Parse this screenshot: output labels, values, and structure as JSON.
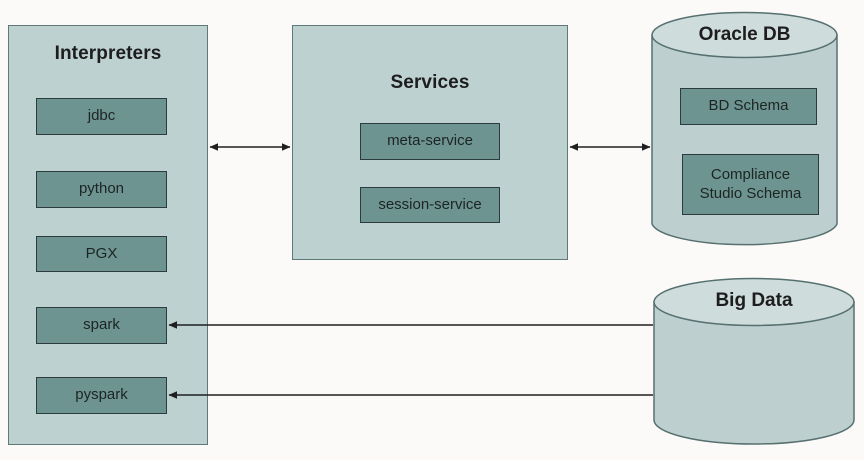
{
  "diagram": {
    "background_color": "#fbfaf8",
    "panel_fill": "#bed1d1",
    "panel_stroke": "#5d7a79",
    "box_fill": "#6d9490",
    "box_stroke": "#2c3b3b",
    "cylinder_body_fill": "#bdd0cf",
    "cylinder_top_fill": "#cedcdb",
    "cylinder_stroke": "#56706f",
    "arrow_color": "#1f1f1f"
  },
  "interpreters": {
    "title": "Interpreters",
    "items": [
      {
        "label": "jdbc"
      },
      {
        "label": "python"
      },
      {
        "label": "PGX"
      },
      {
        "label": "spark"
      },
      {
        "label": "pyspark"
      }
    ]
  },
  "services": {
    "title": "Services",
    "items": [
      {
        "label": "meta-service"
      },
      {
        "label": "session-service"
      }
    ]
  },
  "oracle_db": {
    "title": "Oracle DB",
    "items": [
      {
        "label": "BD Schema"
      },
      {
        "label": "Compliance\nStudio Schema"
      }
    ]
  },
  "big_data": {
    "title": "Big Data",
    "items": []
  },
  "connectors": [
    {
      "name": "interpreters-services-link",
      "direction": "bidirectional"
    },
    {
      "name": "services-oracle-link",
      "direction": "bidirectional"
    },
    {
      "name": "bigdata-spark-link",
      "direction": "left"
    },
    {
      "name": "bigdata-pyspark-link",
      "direction": "left"
    }
  ]
}
